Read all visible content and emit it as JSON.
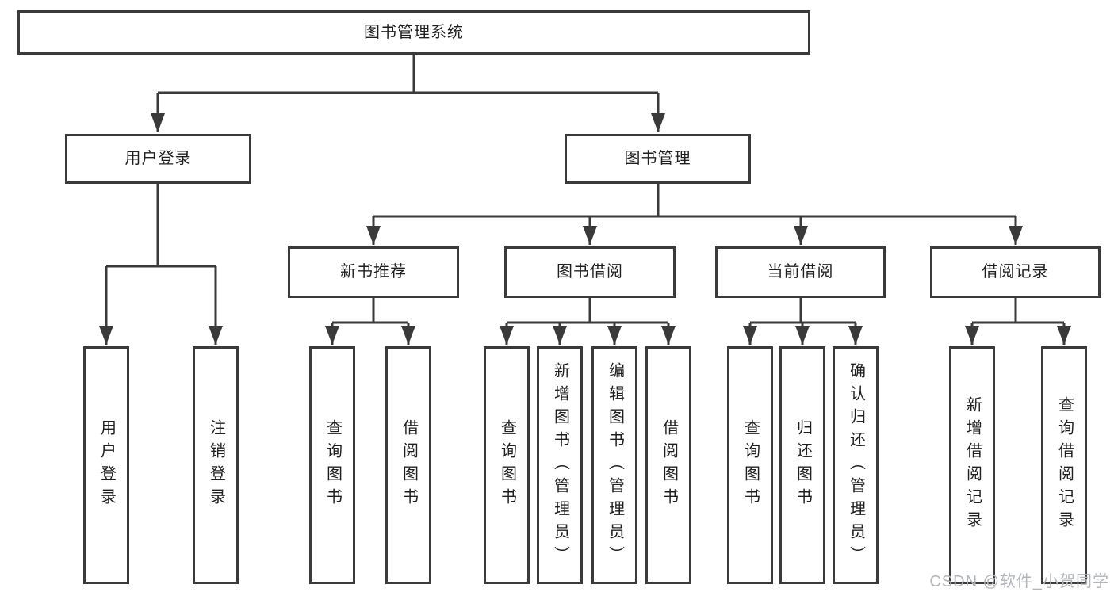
{
  "diagram": {
    "root": {
      "label": "图书管理系统"
    },
    "user_login": {
      "label": "用户登录",
      "children": [
        "用户登录",
        "注销登录"
      ]
    },
    "book_management": {
      "label": "图书管理",
      "new_book_recommend": {
        "label": "新书推荐",
        "children": [
          "查询图书",
          "借阅图书"
        ]
      },
      "book_borrow": {
        "label": "图书借阅",
        "children": [
          "查询图书",
          "新增图书（管理员）",
          "编辑图书（管理员）",
          "借阅图书"
        ]
      },
      "current_borrow": {
        "label": "当前借阅",
        "children": [
          "查询图书",
          "归还图书",
          "确认归还（管理员）"
        ]
      },
      "borrow_records": {
        "label": "借阅记录",
        "children": [
          "新增借阅记录",
          "查询借阅记录"
        ]
      }
    }
  },
  "watermark": {
    "text": "CSDN @软件_小贺同学"
  },
  "colors": {
    "line": "#3a3a3a",
    "text": "#1f1f1f",
    "watermark": "#b2b5b9",
    "background": "#ffffff"
  }
}
